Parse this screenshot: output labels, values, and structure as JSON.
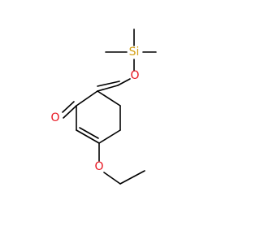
{
  "atoms": {
    "silicon": {
      "symbol": "Si",
      "color": "#d4a017"
    },
    "oxygen_ether_si": {
      "symbol": "O",
      "color": "#e8141f"
    },
    "oxygen_carbonyl": {
      "symbol": "O",
      "color": "#e8141f"
    },
    "oxygen_ethoxy": {
      "symbol": "O",
      "color": "#e8141f"
    }
  },
  "colors": {
    "bond": "#000000",
    "background": "#ffffff"
  }
}
